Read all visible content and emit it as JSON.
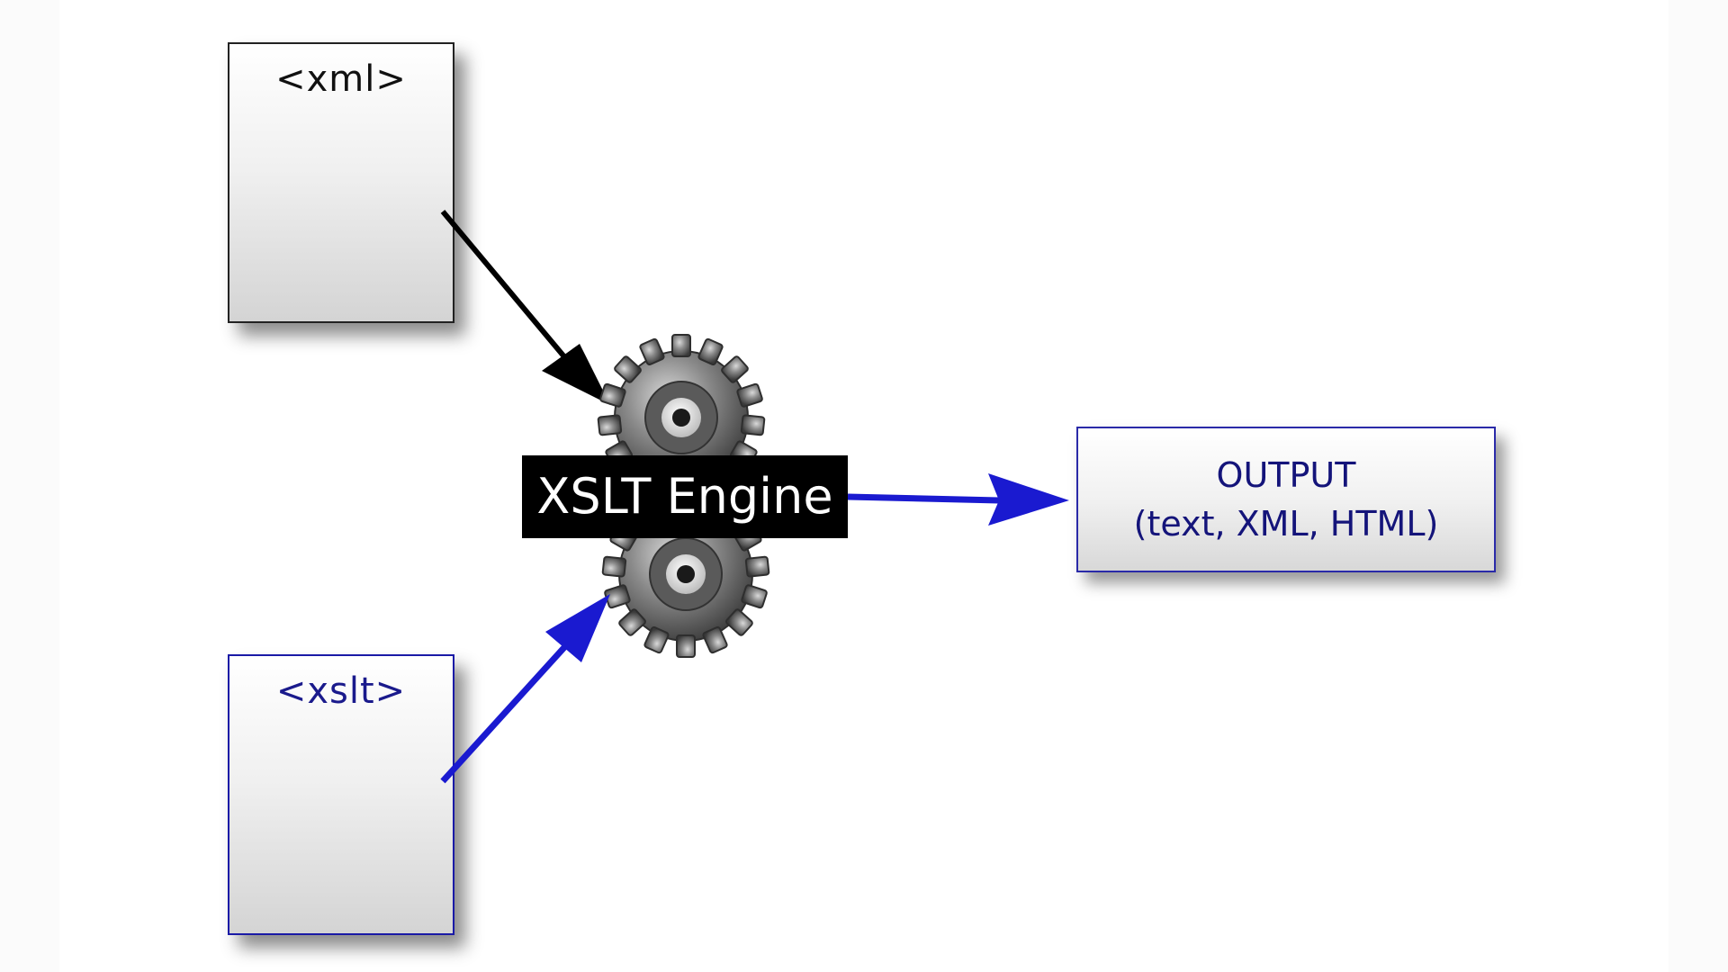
{
  "diagram": {
    "inputs": {
      "xml_doc": {
        "label": "<xml>"
      },
      "xslt_doc": {
        "label": "<xslt>"
      }
    },
    "engine": {
      "label": "XSLT Engine"
    },
    "output": {
      "line1": "OUTPUT",
      "line2": "(text, XML, HTML)"
    }
  },
  "colors": {
    "xml_arrow": "#000000",
    "xslt_arrow": "#1a1ad0",
    "output_arrow": "#1a1ad0",
    "gear": "#6a6a6a"
  },
  "icons": {
    "engine": "gear-icon"
  }
}
